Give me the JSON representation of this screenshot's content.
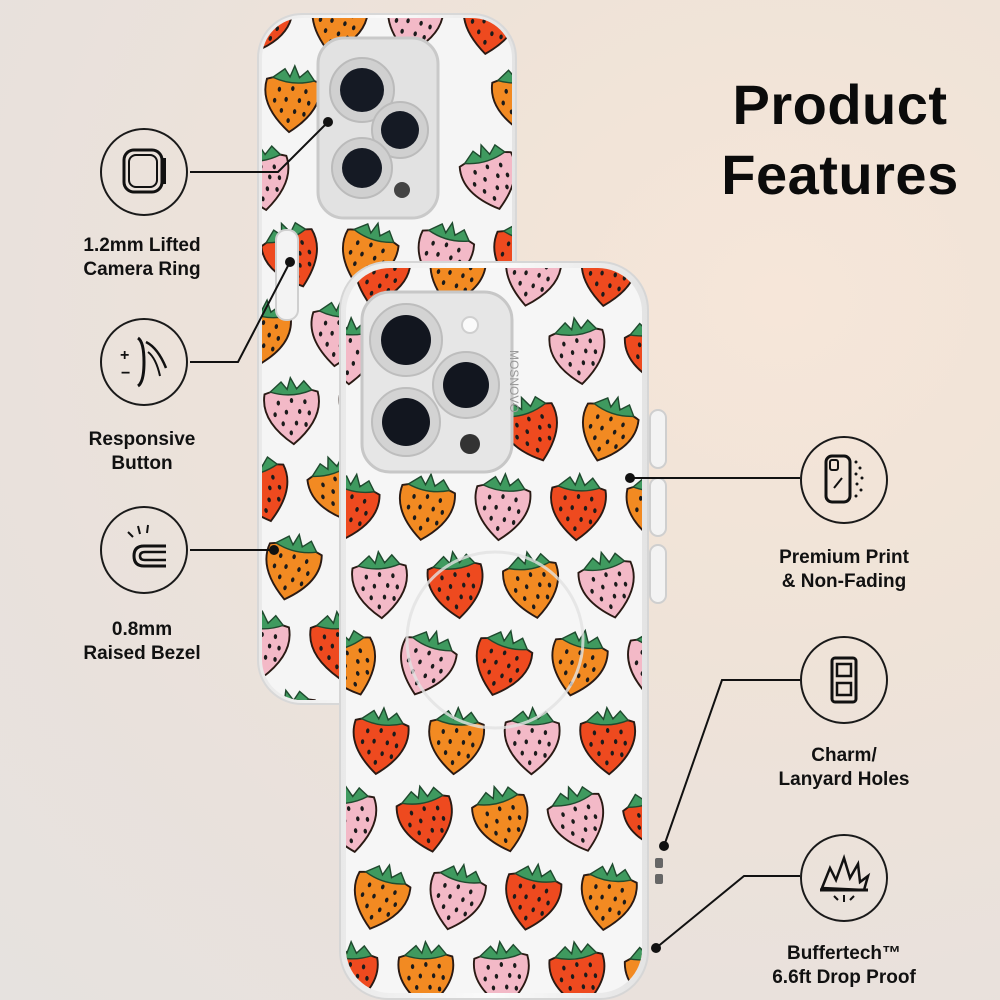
{
  "title": {
    "line1": "Product",
    "line2": "Features"
  },
  "colors": {
    "strawberry_red": "#ee4a1f",
    "strawberry_orange": "#f28a22",
    "strawberry_pink": "#f3b9c7",
    "leaf_green": "#3f9a5f",
    "seed": "#1b1b1b",
    "case_clear": "#f4f4f4",
    "camera_silver": "#e6e6e6"
  },
  "features": [
    {
      "id": "camera-ring",
      "icon": "camera-ring-icon",
      "line1": "1.2mm Lifted",
      "line2": "Camera Ring"
    },
    {
      "id": "responsive-button",
      "icon": "side-button-icon",
      "line1": "Responsive",
      "line2": "Button"
    },
    {
      "id": "raised-bezel",
      "icon": "raised-bezel-icon",
      "line1": "0.8mm",
      "line2": "Raised Bezel"
    },
    {
      "id": "premium-print",
      "icon": "phone-print-icon",
      "line1": "Premium Print",
      "line2": "& Non-Fading"
    },
    {
      "id": "lanyard-holes",
      "icon": "lanyard-hole-icon",
      "line1": "Charm/",
      "line2": "Lanyard Holes"
    },
    {
      "id": "drop-proof",
      "icon": "impact-burst-icon",
      "line1": "Buffertech™",
      "line2": "6.6ft Drop Proof"
    }
  ],
  "case_brand_text": "MOSNOVO"
}
